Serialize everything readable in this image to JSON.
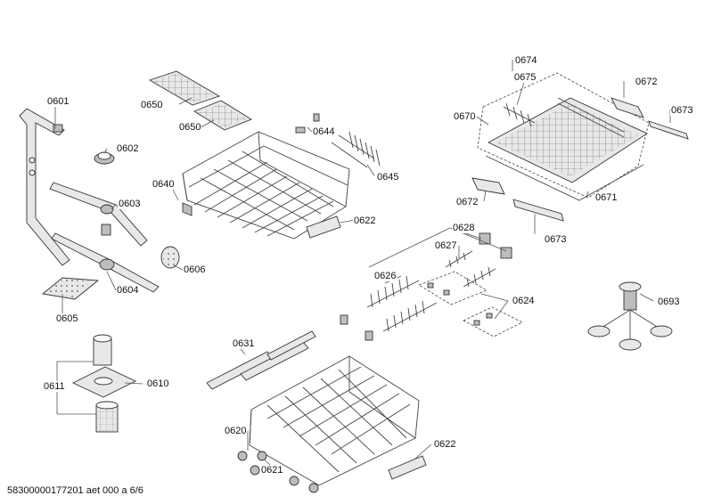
{
  "labels": {
    "p0601": "0601",
    "p0602": "0602",
    "p0603": "0603",
    "p0604": "0604",
    "p0605": "0605",
    "p0606": "0606",
    "p0610": "0610",
    "p0611": "0611",
    "p0620": "0620",
    "p0621": "0621",
    "p0622a": "0622",
    "p0622b": "0622",
    "p0624": "0624",
    "p0626": "0626",
    "p0627": "0627",
    "p0628": "0628",
    "p0631": "0631",
    "p0640": "0640",
    "p0644": "0644",
    "p0645": "0645",
    "p0650a": "0650",
    "p0650b": "0650",
    "p0670": "0670",
    "p0671": "0671",
    "p0672a": "0672",
    "p0672b": "0672",
    "p0673a": "0673",
    "p0673b": "0673",
    "p0674": "0674",
    "p0675": "0675",
    "p0693": "0693"
  },
  "footer": "58300000177201 aet 000 a 6/6"
}
